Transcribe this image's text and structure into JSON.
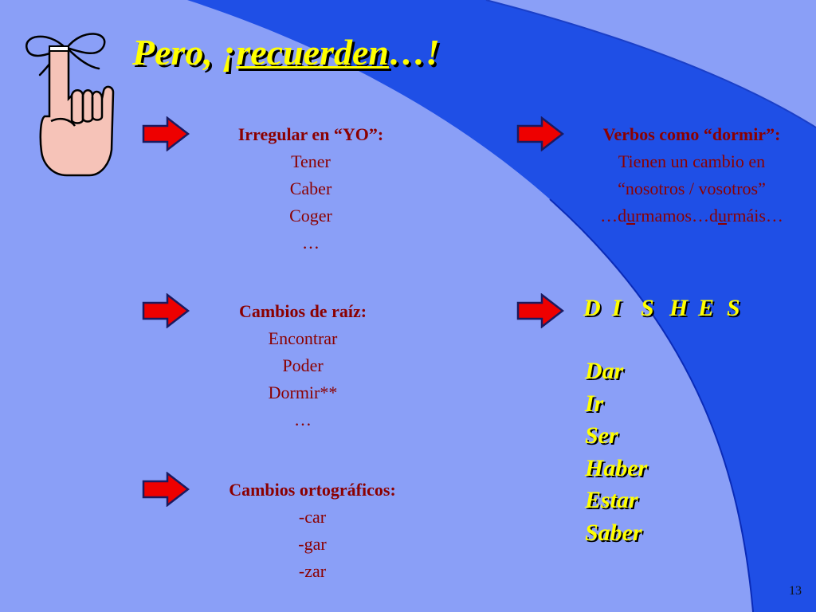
{
  "slide": {
    "title_prefix": "Pero, ¡",
    "title_underlined": "recuerden",
    "title_suffix": "…!",
    "page_number": "13"
  },
  "colors": {
    "background": "#8a9ff7",
    "curve": "#1f4fe6",
    "title": "#ffff00",
    "body_text": "#8b0000",
    "arrow": "#ee0000"
  },
  "blocks": {
    "irregular_yo": {
      "heading": "Irregular en “YO”:",
      "items": [
        "Tener",
        "Caber",
        "Coger",
        "…"
      ]
    },
    "verbos_dormir": {
      "heading": "Verbos como “dormir”:",
      "line1": "Tienen un cambio en",
      "line2": "“nosotros / vosotros”",
      "example_a_pre": "…d",
      "example_a_u": "u",
      "example_a_post": "rmamos…d",
      "example_b_u": "u",
      "example_b_post": "rmáis…"
    },
    "cambios_raiz": {
      "heading": "Cambios de raíz:",
      "items": [
        "Encontrar",
        "Poder",
        "Dormir**",
        "…"
      ]
    },
    "cambios_ortograficos": {
      "heading": "Cambios ortográficos:",
      "items": [
        "-car",
        "-gar",
        "-zar"
      ]
    }
  },
  "dishes": {
    "letters": [
      "D",
      "I",
      "S",
      "H",
      "E",
      "S"
    ],
    "verbs": [
      "Dar",
      "Ir",
      "Ser",
      "Haber",
      "Estar",
      "Saber"
    ]
  },
  "icons": {
    "reminder": "finger-with-bow-icon",
    "pointer": "right-arrow-icon"
  }
}
